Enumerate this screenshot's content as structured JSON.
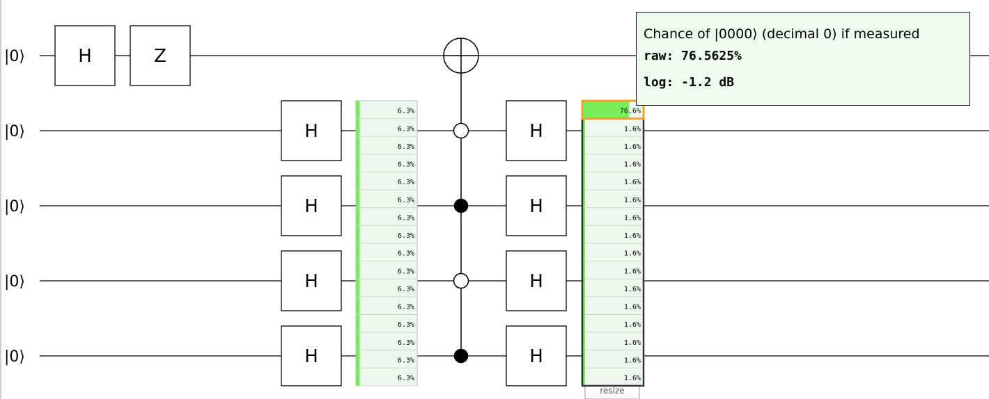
{
  "wires": [
    {
      "label": "|0⟩"
    },
    {
      "label": "|0⟩"
    },
    {
      "label": "|0⟩"
    },
    {
      "label": "|0⟩"
    },
    {
      "label": "|0⟩"
    }
  ],
  "gates": [
    {
      "label": "H",
      "wire": 0,
      "column": 0
    },
    {
      "label": "Z",
      "wire": 0,
      "column": 1
    },
    {
      "label": "H",
      "wire": 1,
      "column": 3
    },
    {
      "label": "H",
      "wire": 2,
      "column": 3
    },
    {
      "label": "H",
      "wire": 3,
      "column": 3
    },
    {
      "label": "H",
      "wire": 4,
      "column": 3
    },
    {
      "label": "H",
      "wire": 1,
      "column": 6
    },
    {
      "label": "H",
      "wire": 2,
      "column": 6
    },
    {
      "label": "H",
      "wire": 3,
      "column": 6
    },
    {
      "label": "H",
      "wire": 4,
      "column": 6
    }
  ],
  "controlled_not": {
    "column": 5,
    "target_wire": 0,
    "controls": [
      {
        "wire": 1,
        "type": "anti-control"
      },
      {
        "wire": 2,
        "type": "control"
      },
      {
        "wire": 3,
        "type": "anti-control"
      },
      {
        "wire": 4,
        "type": "control"
      }
    ]
  },
  "chance_display_1": {
    "labels": [
      "6.3%",
      "6.3%",
      "6.3%",
      "6.3%",
      "6.3%",
      "6.3%",
      "6.3%",
      "6.3%",
      "6.3%",
      "6.3%",
      "6.3%",
      "6.3%",
      "6.3%",
      "6.3%",
      "6.3%",
      "6.3%"
    ],
    "fractions": [
      0.0625,
      0.0625,
      0.0625,
      0.0625,
      0.0625,
      0.0625,
      0.0625,
      0.0625,
      0.0625,
      0.0625,
      0.0625,
      0.0625,
      0.0625,
      0.0625,
      0.0625,
      0.0625
    ]
  },
  "chance_display_2": {
    "labels": [
      "76.6%",
      "1.6%",
      "1.6%",
      "1.6%",
      "1.6%",
      "1.6%",
      "1.6%",
      "1.6%",
      "1.6%",
      "1.6%",
      "1.6%",
      "1.6%",
      "1.6%",
      "1.6%",
      "1.6%",
      "1.6%"
    ],
    "fractions": [
      0.765625,
      0.015625,
      0.015625,
      0.015625,
      0.015625,
      0.015625,
      0.015625,
      0.015625,
      0.015625,
      0.015625,
      0.015625,
      0.015625,
      0.015625,
      0.015625,
      0.015625,
      0.015625
    ],
    "highlighted_index": 0,
    "resize_label": "resize"
  },
  "tooltip": {
    "title": "Chance of |0000⟩ (decimal 0) if measured",
    "raw": "raw: 76.5625%",
    "log": "log: -1.2 dB"
  },
  "colors": {
    "bar_fill": "#77ee55",
    "cell_bg": "#eef8ee",
    "highlight": "#f0a030",
    "tooltip_bg": "#eefbee"
  }
}
